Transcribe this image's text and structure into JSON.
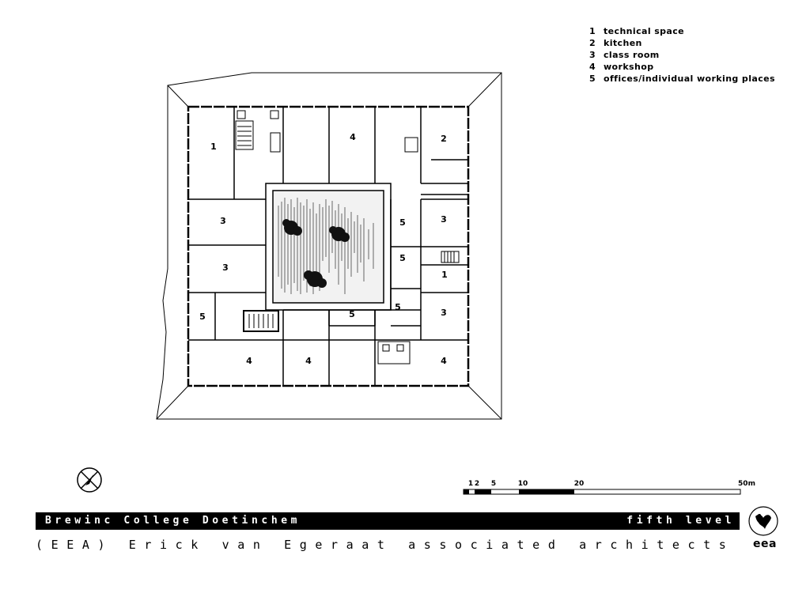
{
  "legend": [
    {
      "num": "1",
      "label": "technical space"
    },
    {
      "num": "2",
      "label": "kitchen"
    },
    {
      "num": "3",
      "label": "class room"
    },
    {
      "num": "4",
      "label": "workshop"
    },
    {
      "num": "5",
      "label": "offices/individual working places"
    }
  ],
  "rooms": [
    {
      "n": "1"
    },
    {
      "n": "4"
    },
    {
      "n": "2"
    },
    {
      "n": "3"
    },
    {
      "n": "5"
    },
    {
      "n": "3"
    },
    {
      "n": "3"
    },
    {
      "n": "5"
    },
    {
      "n": "1"
    },
    {
      "n": "5"
    },
    {
      "n": "5"
    },
    {
      "n": "5"
    },
    {
      "n": "3"
    },
    {
      "n": "4"
    },
    {
      "n": "4"
    },
    {
      "n": "4"
    }
  ],
  "scale": {
    "ticks": [
      "1",
      "2",
      "5",
      "10",
      "20",
      "50m"
    ]
  },
  "title_bar": {
    "project": "Brewinc College Doetinchem",
    "level": "fifth level"
  },
  "credit": "(EEA) Erick van Egeraat associated architects",
  "logo_text": "eea",
  "icons": {
    "north_arrow": "north-arrow-icon",
    "logo": "eea-logo-icon"
  }
}
